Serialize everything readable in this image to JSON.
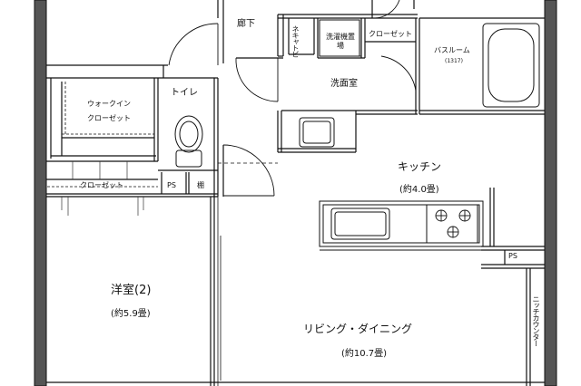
{
  "rooms": {
    "hallway": "廊下",
    "neki_storage": "ネキャトビ",
    "washer_space": "洗濯機置場",
    "closet_top": "クローゼット",
    "bathroom": "バスルーム",
    "bathroom_size": "(1317)",
    "washroom": "洗面室",
    "walk_in_line1": "ウォークイン",
    "walk_in_line2": "クローゼット",
    "toilet": "トイレ",
    "closet_mid": "クローゼット",
    "ps_left": "PS",
    "shelf": "棚",
    "kitchen": "キッチン",
    "kitchen_size": "(約4.0畳)",
    "ps_right": "PS",
    "western_room": "洋室(2)",
    "western_room_size": "(約5.9畳)",
    "living_dining": "リビング・ダイニング",
    "living_dining_size": "(約10.7畳)",
    "niche_counter": "ニッチカウンター"
  }
}
